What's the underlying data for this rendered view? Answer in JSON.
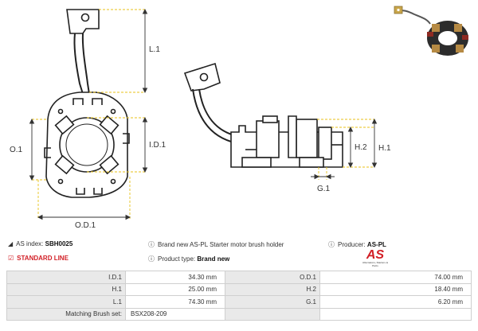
{
  "drawing": {
    "labels": {
      "l1": "L.1",
      "o1": "O.1",
      "id1": "I.D.1",
      "od1": "O.D.1",
      "h2": "H.2",
      "h1": "H.1",
      "g1": "G.1"
    }
  },
  "info": {
    "as_index_label": "AS index:",
    "as_index_value": "SBH0025",
    "standard_line": "STANDARD LINE",
    "description": "Brand new AS-PL Starter motor brush holder",
    "product_type_label": "Product type:",
    "product_type_value": "Brand new",
    "producer_label": "Producer:",
    "producer_value": "AS-PL"
  },
  "logo": {
    "text": "AS",
    "tagline": "Alternators, Starters & Parts"
  },
  "specs": {
    "rows": [
      {
        "label1": "I.D.1",
        "value1": "34.30 mm",
        "label2": "O.D.1",
        "value2": "74.00 mm"
      },
      {
        "label1": "H.1",
        "value1": "25.00 mm",
        "label2": "H.2",
        "value2": "18.40 mm"
      },
      {
        "label1": "L.1",
        "value1": "74.30 mm",
        "label2": "G.1",
        "value2": "6.20 mm"
      }
    ],
    "brush_label": "Matching Brush set:",
    "brush_value": "BSX208-209"
  },
  "colors": {
    "accent_red": "#d21f26",
    "dimension_yellow": "#e8c21a"
  }
}
